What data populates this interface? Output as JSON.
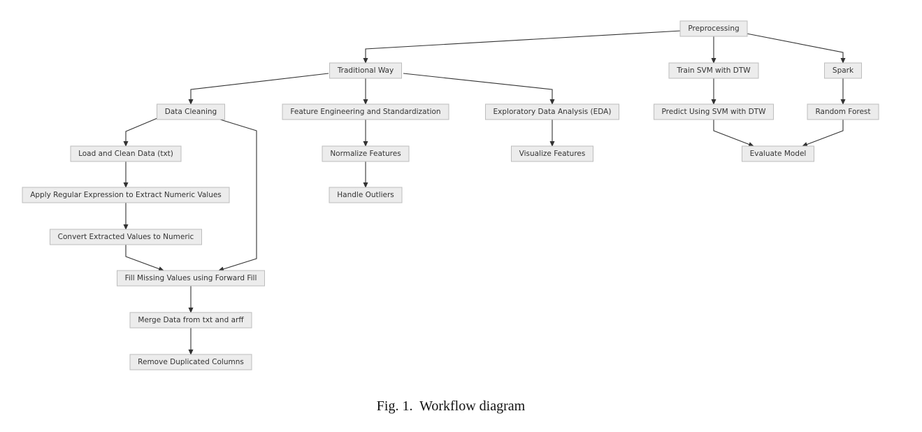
{
  "nodes": {
    "preprocessing": "Preprocessing",
    "traditional_way": "Traditional Way",
    "train_svm": "Train SVM with DTW",
    "spark": "Spark",
    "data_cleaning": "Data Cleaning",
    "feature_engineering": "Feature Engineering and Standardization",
    "eda": "Exploratory Data Analysis (EDA)",
    "predict_svm": "Predict Using SVM with DTW",
    "random_forest": "Random Forest",
    "load_clean": "Load and Clean Data (txt)",
    "normalize": "Normalize Features",
    "visualize": "Visualize Features",
    "evaluate": "Evaluate Model",
    "regex": "Apply Regular Expression to Extract Numeric Values",
    "outliers": "Handle Outliers",
    "convert": "Convert Extracted Values to Numeric",
    "fill_missing": "Fill Missing Values using Forward Fill",
    "merge": "Merge Data from txt and arff",
    "remove_dup": "Remove Duplicated Columns"
  },
  "edges": [
    [
      "preprocessing",
      "traditional_way"
    ],
    [
      "preprocessing",
      "train_svm"
    ],
    [
      "preprocessing",
      "spark"
    ],
    [
      "traditional_way",
      "data_cleaning"
    ],
    [
      "traditional_way",
      "feature_engineering"
    ],
    [
      "traditional_way",
      "eda"
    ],
    [
      "train_svm",
      "predict_svm"
    ],
    [
      "spark",
      "random_forest"
    ],
    [
      "data_cleaning",
      "load_clean"
    ],
    [
      "data_cleaning",
      "fill_missing"
    ],
    [
      "feature_engineering",
      "normalize"
    ],
    [
      "eda",
      "visualize"
    ],
    [
      "predict_svm",
      "evaluate"
    ],
    [
      "random_forest",
      "evaluate"
    ],
    [
      "load_clean",
      "regex"
    ],
    [
      "normalize",
      "outliers"
    ],
    [
      "regex",
      "convert"
    ],
    [
      "convert",
      "fill_missing"
    ],
    [
      "fill_missing",
      "merge"
    ],
    [
      "merge",
      "remove_dup"
    ]
  ],
  "caption": "Fig. 1.  Workflow diagram"
}
